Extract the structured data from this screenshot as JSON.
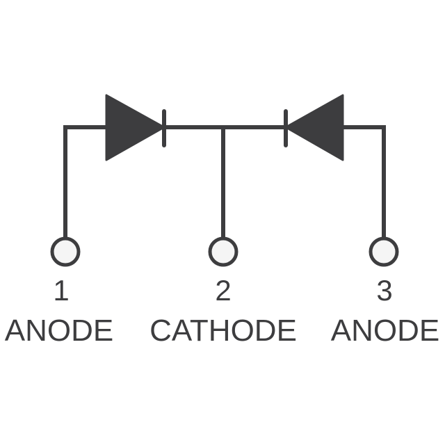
{
  "diagram": {
    "type": "common-cathode dual diode schematic",
    "colors": {
      "line": "#3d3d3f",
      "terminal_fill": "#f5f5f5",
      "background": "#ffffff"
    },
    "pins": [
      {
        "number": "1",
        "label": "ANODE"
      },
      {
        "number": "2",
        "label": "CATHODE"
      },
      {
        "number": "3",
        "label": "ANODE"
      }
    ]
  }
}
